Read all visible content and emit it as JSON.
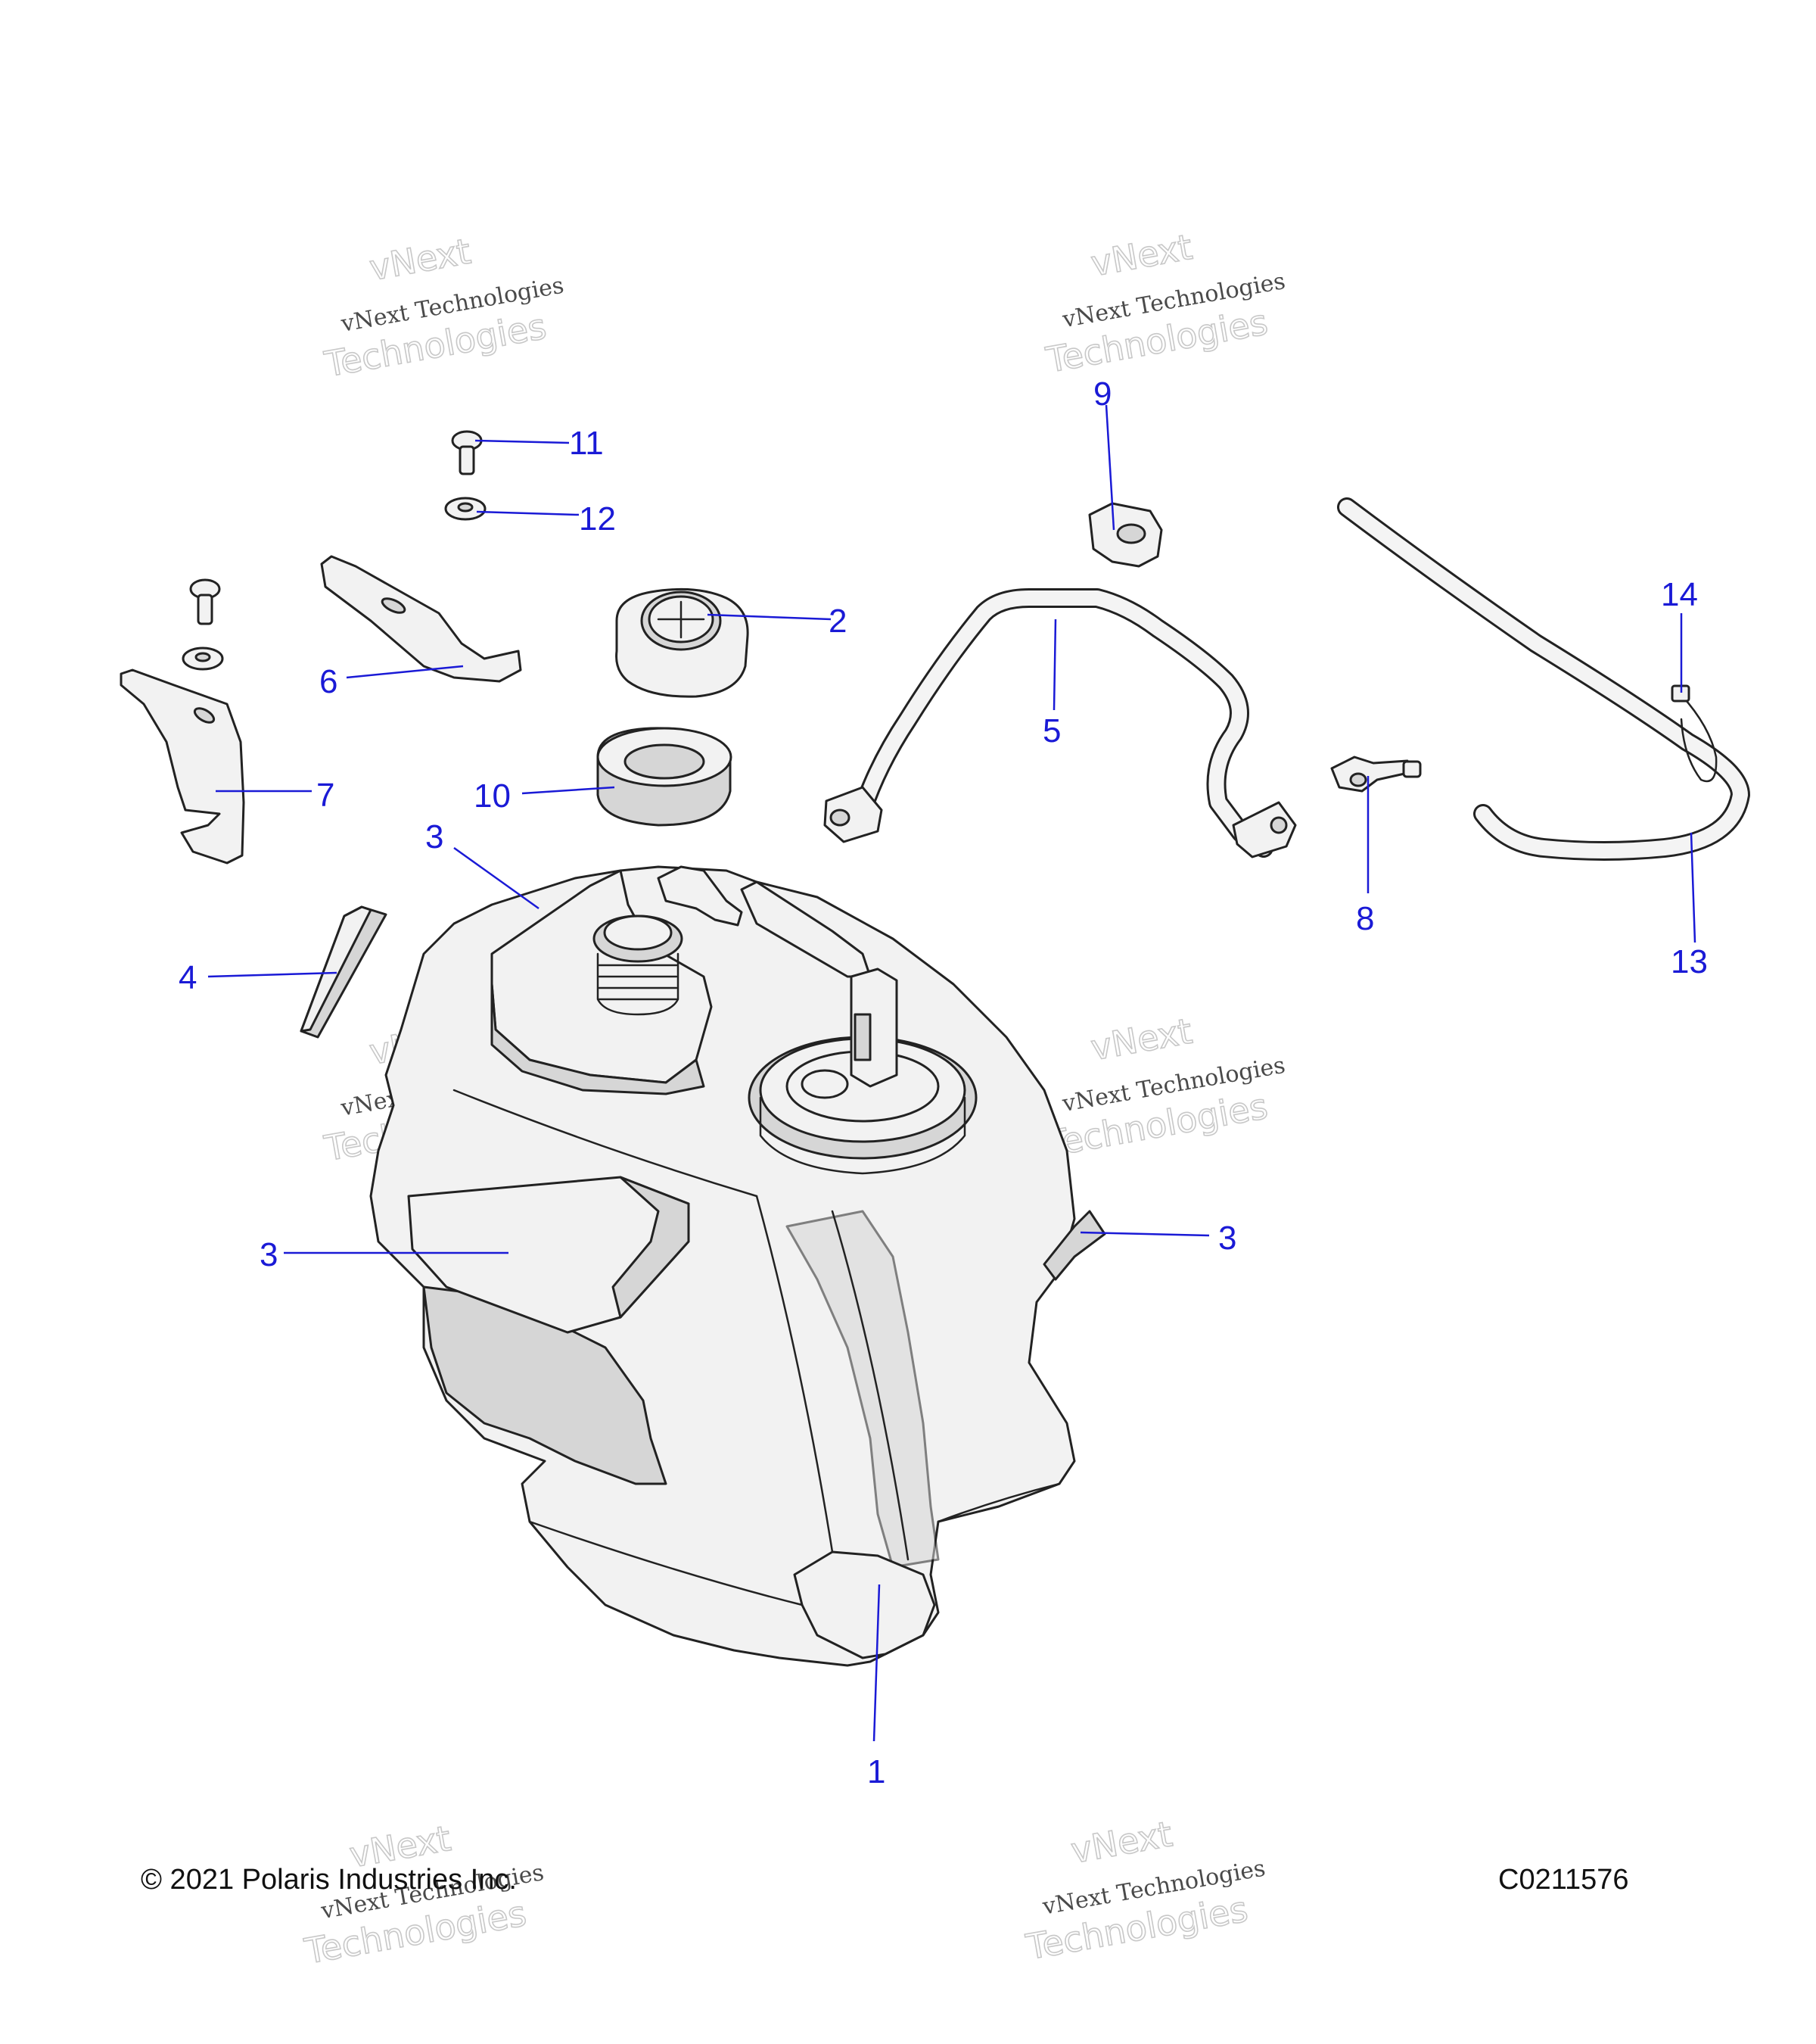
{
  "footer": {
    "copyright": "© 2021 Polaris Industries Inc.",
    "drawing_id": "C0211576"
  },
  "watermark": {
    "line1": "vNext",
    "line2": "vNext Technologies",
    "line3": "Technologies"
  },
  "callouts": {
    "c1": "1",
    "c2": "2",
    "c3a": "3",
    "c3b": "3",
    "c3c": "3",
    "c4": "4",
    "c5": "5",
    "c6": "6",
    "c7": "7",
    "c8": "8",
    "c9": "9",
    "c10": "10",
    "c11": "11",
    "c12": "12",
    "c13": "13",
    "c14": "14"
  },
  "colors": {
    "callout": "#1a1ad6",
    "line_art": "#222222",
    "fill_light": "#f2f2f2",
    "fill_shade": "#d6d6d6"
  }
}
